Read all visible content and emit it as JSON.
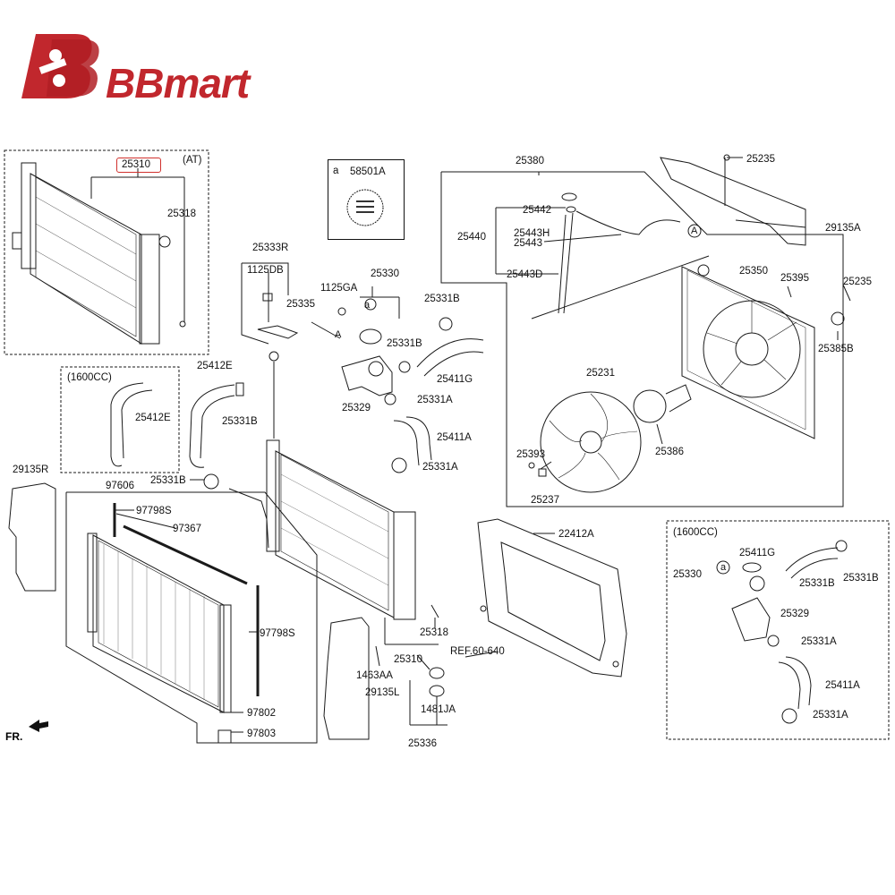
{
  "brand": {
    "name": "BBmart",
    "color": "#c1272d"
  },
  "orientation_label": "FR.",
  "variant_labels": {
    "at": "(AT)",
    "engine_1600_a": "(1600CC)",
    "engine_1600_b": "(1600CC)"
  },
  "circle_markers": {
    "a": "a",
    "A": "A"
  },
  "note_box": {
    "marker": "a",
    "part": "58501A"
  },
  "parts": {
    "p25310_top": "25310",
    "p25318_top": "25318",
    "p25333R": "25333R",
    "p1125DB": "1125DB",
    "p25335": "25335",
    "p1125GA": "1125GA",
    "p25330_mid": "25330",
    "p25331B_mid1": "25331B",
    "p25331B_mid2": "25331B",
    "p25411G_mid": "25411G",
    "p25329_mid": "25329",
    "p25331A_mid1": "25331A",
    "p25411A_mid": "25411A",
    "p25331A_mid2": "25331A",
    "p25380": "25380",
    "p25442": "25442",
    "p25440": "25440",
    "p25443H": "25443H",
    "p25443": "25443",
    "p25443D": "25443D",
    "p25235_top": "25235",
    "p29135A": "29135A",
    "p25350": "25350",
    "p25395": "25395",
    "p25235_right": "25235",
    "p25385B": "25385B",
    "p25231": "25231",
    "p25386": "25386",
    "p25393": "25393",
    "p25237": "25237",
    "p25412E_box": "25412E",
    "p25412E": "25412E",
    "p25331B_left": "25331B",
    "p25331B_low": "25331B",
    "p29135R": "29135R",
    "p97606": "97606",
    "p97798S_top": "97798S",
    "p97367": "97367",
    "p97798S_right": "97798S",
    "p97802": "97802",
    "p97803": "97803",
    "p22412A": "22412A",
    "pREF": "REF.60-640",
    "p25318_low": "25318",
    "p25310_low": "25310",
    "p1463AA": "1463AA",
    "p29135L": "29135L",
    "p1481JA": "1481JA",
    "p25336": "25336",
    "p25411G_r": "25411G",
    "p25330_r": "25330",
    "p25331B_r1": "25331B",
    "p25331B_r2": "25331B",
    "p25329_r": "25329",
    "p25331A_r1": "25331A",
    "p25411A_r": "25411A",
    "p25331A_r2": "25331A"
  },
  "colors": {
    "line": "#1a1a1a",
    "highlight": "#d0312d"
  }
}
